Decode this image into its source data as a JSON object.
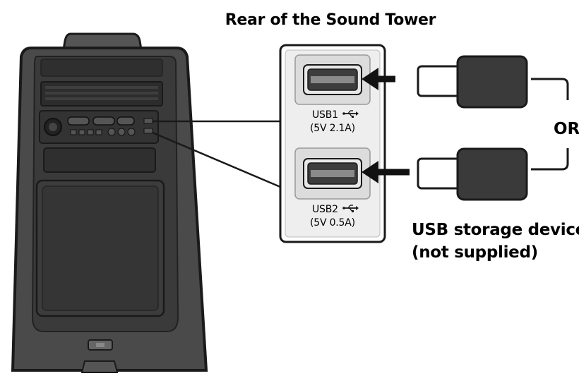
{
  "title": "Rear of the Sound Tower",
  "ports": [
    {
      "name": "USB1",
      "spec": "(5V 2.1A)"
    },
    {
      "name": "USB2",
      "spec": "(5V 0.5A)"
    }
  ],
  "or_label": "OR",
  "device": {
    "line1": "USB storage device",
    "line2": "(not supplied)"
  },
  "icons": [
    "usb-symbol-icon"
  ],
  "colors": {
    "device_body": "#4a4a4a",
    "device_outline": "#1a1a1a",
    "panel_fill": "#eeeeee",
    "plug_fill": "#3d3d3d",
    "arrow": "#111111"
  }
}
